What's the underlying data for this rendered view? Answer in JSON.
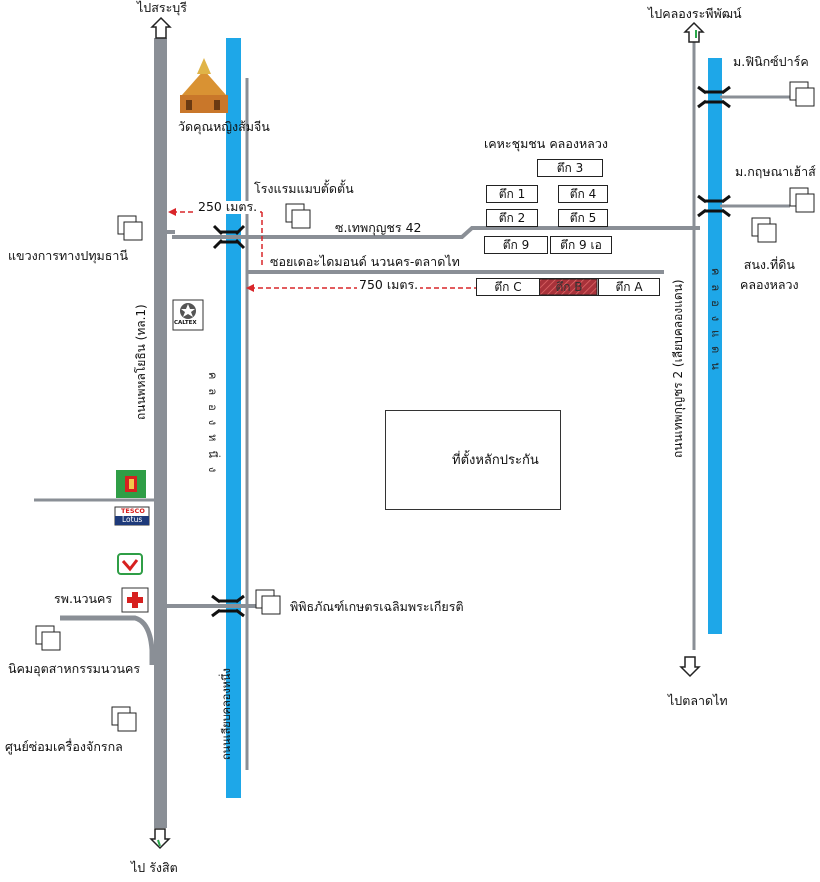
{
  "map": {
    "directions": {
      "north_main": "ไปสระบุรี",
      "north_right": "ไปคลองระพีพัฒน์",
      "south_main": "ไป รังสิต",
      "south_right": "ไปตลาดไท"
    },
    "roads": {
      "main_highway": "ถนนพหลโยธิน (ทล.1)",
      "right_road": "ถนนเทพกุญชร 2 (เลียบคลองแดน)",
      "soi_top": "ซ.เทพกุญชร 42",
      "soi_bottom": "ซอยเดอะไดมอนด์ นวนคร-ตลาดไท",
      "canal_road": "ถนนเลียบคลองหนึ่ง"
    },
    "canals": {
      "canal_one": "คลองหนึ่ง",
      "canal_dan": "คลองแดน"
    },
    "distances": {
      "d250": "250 เมตร.",
      "d750": "750 เมตร."
    },
    "places": {
      "temple": "วัดคุณหญิงส้มจีน",
      "hotel": "โรงแรมแมบตั้ดตั้น",
      "district_office": "แขวงการทางปทุมธานี",
      "community": "เคหะชุมชน คลองหลวง",
      "phoenix_park": "ม.ฟินิกซ์ปาร์ค",
      "krisana_house": "ม.กฤษณาเฮ้าส์",
      "land_office": "สนง.ที่ดิน\nคลองหลวง",
      "hospital": "รพ.นวนคร",
      "museum": "พิพิธภัณฑ์เกษตรเฉลิมพระเกียรติ",
      "industrial_estate": "นิคมอุตสาหกรรมนวนคร",
      "machinery_center": "ศูนย์ซ่อมเครื่องจักรกล"
    },
    "brands": {
      "caltex": "CALTEX",
      "tesco": "TESCO",
      "lotus": "Lotus"
    },
    "buildings": [
      "ตึก 3",
      "ตึก 1",
      "ตึก 4",
      "ตึก 2",
      "ตึก 5",
      "ตึก 9",
      "ตึก 9 เอ",
      "ตึก C",
      "ตึก B",
      "ตึก A"
    ],
    "legend": {
      "collateral": "ที่ตั้งหลักประกัน"
    },
    "colors": {
      "canal": "#1ea7e8",
      "road": "#8a8f96",
      "collateral_fill": "#a8323a",
      "distance_line": "#d9262a",
      "arrow_green": "#2aa84a",
      "hospital_red": "#d7201f",
      "sign_green": "#2f9e46"
    }
  }
}
